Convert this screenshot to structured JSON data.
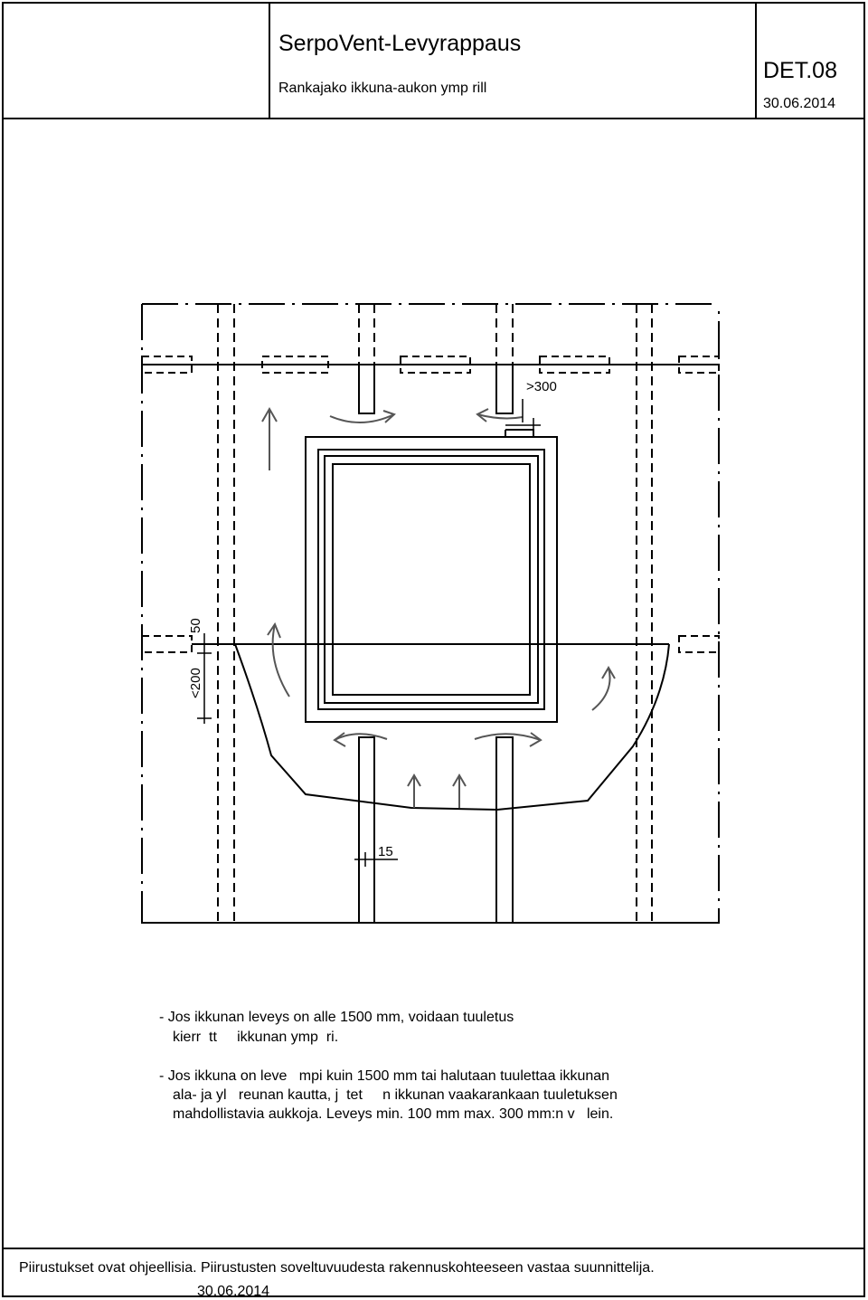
{
  "header": {
    "title": "SerpoVent-Levyrappaus",
    "subtitle": "Rankajako ikkuna-aukon ymp   rill",
    "det": "DET.08",
    "date": "30.06.2014"
  },
  "dimensions": {
    "d300": ">300",
    "d50": "50",
    "d200": "<200",
    "d15": "15"
  },
  "notes": {
    "line1": "- Jos ikkunan leveys on alle 1500 mm, voidaan tuuletus",
    "line2": "kierr  tt     ikkunan ymp  ri.",
    "line3": "- Jos ikkuna on leve   mpi kuin 1500 mm tai halutaan tuulettaa ikkunan",
    "line4": "ala- ja yl   reunan kautta, j  tet     n ikkunan vaakarankaan tuuletuksen",
    "line5": "mahdollistavia aukkoja. Leveys min. 100 mm max. 300 mm:n v   lein."
  },
  "footer": {
    "text": "Piirustukset ovat ohjeellisia. Piirustusten soveltuvuudesta rakennuskohteeseen vastaa suunnittelija.",
    "date": "30.06.2014"
  }
}
